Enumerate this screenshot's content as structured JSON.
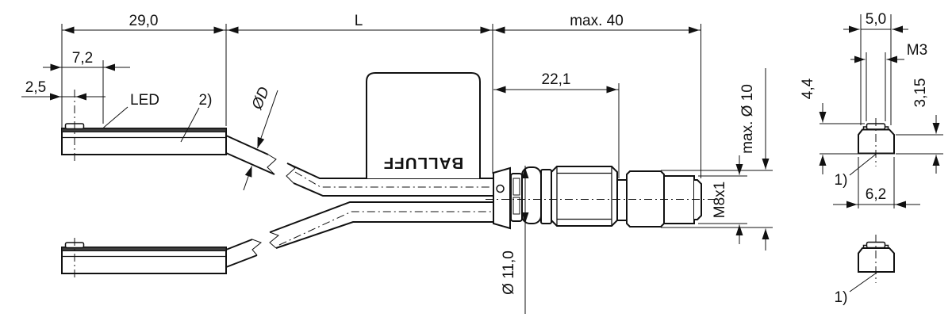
{
  "drawing": {
    "brand": "BALLUFF",
    "dims": {
      "total_width": "29,0",
      "cable_len": "L",
      "max40": "max. 40",
      "d72": "7,2",
      "d25": "2,5",
      "d221": "22,1",
      "m8": "M8x1",
      "phi11": "Ø 11,0",
      "phi10": "max. Ø 10",
      "phiD": "ØD",
      "d50": "5,0",
      "m3": "M3",
      "d44": "4,4",
      "d315": "3,15",
      "d62": "6,2"
    },
    "labels": {
      "led": "LED",
      "note1": "1)",
      "note2": "2)"
    }
  }
}
